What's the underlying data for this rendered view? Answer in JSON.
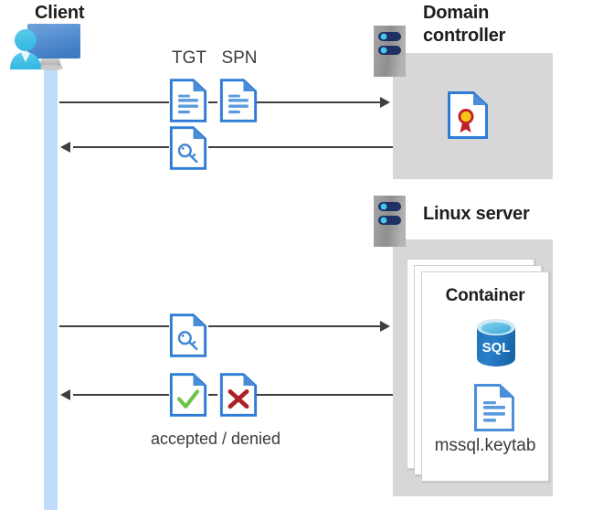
{
  "diagram": {
    "type": "kerberos-authentication-flow",
    "background": "#ffffff",
    "accent_blue": "#3f87d4",
    "lifeline_blue": "#bfdcfb",
    "panel_gray": "#d7d7d7",
    "line_color": "#3f3f3f"
  },
  "client": {
    "title": "Client",
    "icon": "user-computer-icon"
  },
  "domain_controller": {
    "title_line1": "Domain",
    "title_line2": "controller",
    "server_icon": "server-rack-icon",
    "content_icon": "certificate-document-icon"
  },
  "linux_server": {
    "title": "Linux server",
    "server_icon": "server-rack-icon",
    "container": {
      "title": "Container",
      "database_icon": "sql-database-icon",
      "database_label": "SQL",
      "file_icon": "document-icon",
      "file_label": "mssql.keytab",
      "stack_count": 3
    }
  },
  "flows": [
    {
      "id": "flow-1",
      "direction": "right",
      "from": "client",
      "to": "domain-controller",
      "badges": [
        {
          "label": "TGT",
          "icon": "document-icon"
        },
        {
          "label": "SPN",
          "icon": "document-icon"
        }
      ]
    },
    {
      "id": "flow-2",
      "direction": "left",
      "from": "domain-controller",
      "to": "client",
      "badges": [
        {
          "label": "",
          "icon": "key-document-icon"
        }
      ]
    },
    {
      "id": "flow-3",
      "direction": "right",
      "from": "client",
      "to": "linux-server",
      "badges": [
        {
          "label": "",
          "icon": "key-document-icon"
        }
      ]
    },
    {
      "id": "flow-4",
      "direction": "left",
      "from": "linux-server",
      "to": "client",
      "caption": "accepted / denied",
      "badges": [
        {
          "label": "",
          "icon": "check-document-icon"
        },
        {
          "label": "",
          "icon": "cross-document-icon"
        }
      ]
    }
  ],
  "labels": {
    "tgt": "TGT",
    "spn": "SPN",
    "accepted_denied": "accepted / denied"
  }
}
